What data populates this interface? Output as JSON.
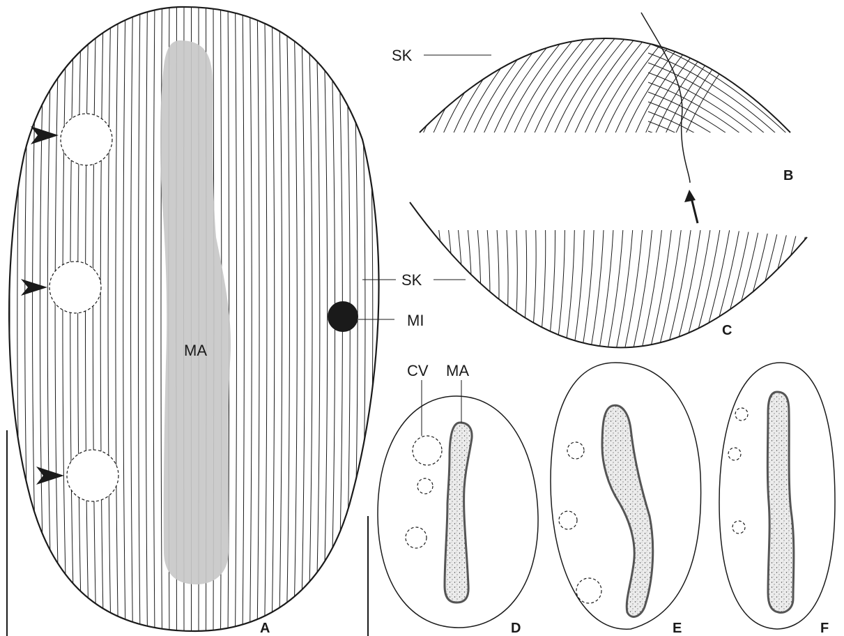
{
  "figure": {
    "labels": {
      "sk_b": "SK",
      "sk_c": "SK",
      "mi": "MI",
      "ma_a": "MA",
      "cv_d": "CV",
      "ma_d": "MA"
    },
    "panels": [
      "A",
      "B",
      "C",
      "D",
      "E",
      "F"
    ],
    "colors": {
      "ink": "#1a1a1a",
      "macronucleus_fill": "#c8c8c8",
      "stipple_fill": "#ececec",
      "background": "#ffffff"
    }
  }
}
